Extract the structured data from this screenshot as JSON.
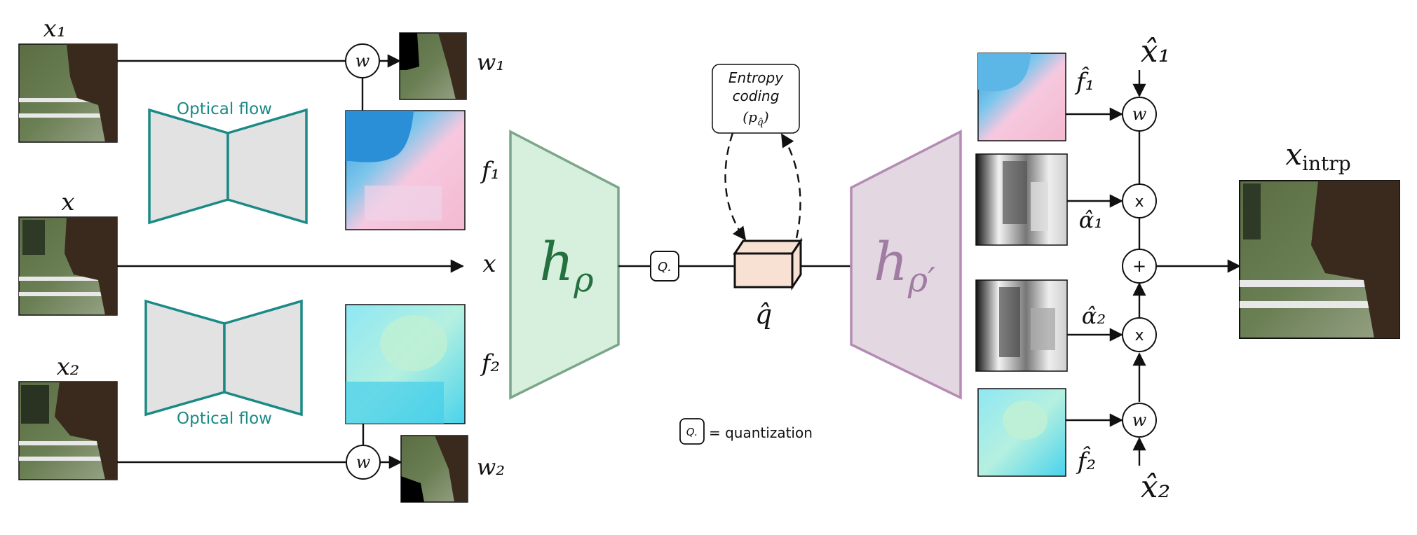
{
  "inputs": {
    "x1_label": "x₁",
    "x_label": "x",
    "x2_label": "x₂"
  },
  "optical_flow": {
    "top_label": "Optical flow",
    "bottom_label": "Optical flow"
  },
  "warp": {
    "symbol": "w",
    "out1_label": "w₁",
    "out2_label": "w₂"
  },
  "flows": {
    "f1_label": "f₁",
    "f2_label": "f₂"
  },
  "middle": {
    "x_label": "x",
    "encoder_label": "h",
    "encoder_sub": "ρ",
    "quant_symbol": "Q.",
    "latent_label": "q̂",
    "entropy_line1": "Entropy",
    "entropy_line2": "coding",
    "entropy_line3": "(p",
    "entropy_sub": "q̂",
    "entropy_close": ")",
    "legend_symbol": "Q.",
    "legend_text": "= quantization"
  },
  "decoder": {
    "label": "h",
    "sub": "ρ′",
    "f1hat_label": "f̂₁",
    "alpha1_label": "α̂₁",
    "alpha2_label": "α̂₂",
    "f2hat_label": "f̂₂",
    "x1hat_label": "x̂₁",
    "x2hat_label": "x̂₂",
    "w_symbol": "w",
    "mult_symbol": "x",
    "plus_symbol": "+",
    "output_label": "x",
    "output_sub": "intrp"
  },
  "colors": {
    "teal": "#1a8a86",
    "encoder_fill": "#d7f0dd",
    "encoder_stroke": "#7ba68a",
    "decoder_fill": "#e3d7e1",
    "decoder_stroke": "#b58bb5",
    "box_fill": "#f8e1d3"
  }
}
